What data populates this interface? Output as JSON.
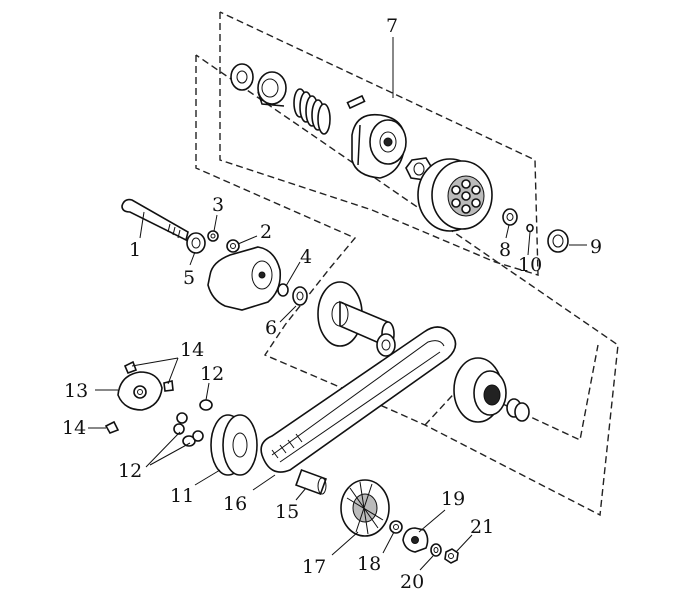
{
  "diagram": {
    "callouts": [
      {
        "id": "c1",
        "text": "1"
      },
      {
        "id": "c2",
        "text": "2"
      },
      {
        "id": "c3",
        "text": "3"
      },
      {
        "id": "c4",
        "text": "4"
      },
      {
        "id": "c5",
        "text": "5"
      },
      {
        "id": "c6",
        "text": "6"
      },
      {
        "id": "c7",
        "text": "7"
      },
      {
        "id": "c8",
        "text": "8"
      },
      {
        "id": "c9",
        "text": "9"
      },
      {
        "id": "c10",
        "text": "10"
      },
      {
        "id": "c11",
        "text": "11"
      },
      {
        "id": "c12a",
        "text": "12"
      },
      {
        "id": "c12b",
        "text": "12"
      },
      {
        "id": "c13",
        "text": "13"
      },
      {
        "id": "c14a",
        "text": "14"
      },
      {
        "id": "c14b",
        "text": "14"
      },
      {
        "id": "c15",
        "text": "15"
      },
      {
        "id": "c16",
        "text": "16"
      },
      {
        "id": "c17",
        "text": "17"
      },
      {
        "id": "c18",
        "text": "18"
      },
      {
        "id": "c19",
        "text": "19"
      },
      {
        "id": "c20",
        "text": "20"
      },
      {
        "id": "c21",
        "text": "21"
      }
    ]
  }
}
